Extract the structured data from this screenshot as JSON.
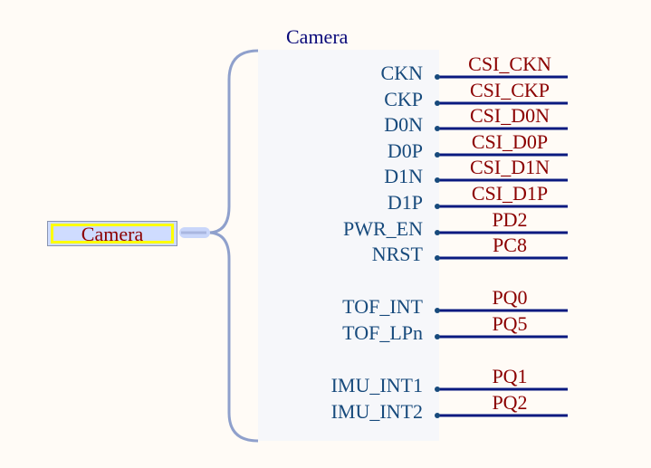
{
  "sheet": {
    "title": "Camera",
    "port_label": "Camera"
  },
  "colors": {
    "background": "#fffbf6",
    "wire": "#0a1a80",
    "pin_text": "#174a7c",
    "net_text": "#8b0000",
    "bracket": "#8fa0cc"
  },
  "pins": [
    {
      "name": "CKN",
      "net": "CSI_CKN"
    },
    {
      "name": "CKP",
      "net": "CSI_CKP"
    },
    {
      "name": "D0N",
      "net": "CSI_D0N"
    },
    {
      "name": "D0P",
      "net": "CSI_D0P"
    },
    {
      "name": "D1N",
      "net": "CSI_D1N"
    },
    {
      "name": "D1P",
      "net": "CSI_D1P"
    },
    {
      "name": "PWR_EN",
      "net": "PD2"
    },
    {
      "name": "NRST",
      "net": "PC8"
    },
    {
      "name": "TOF_INT",
      "net": "PQ0"
    },
    {
      "name": "TOF_LPn",
      "net": "PQ5"
    },
    {
      "name": "IMU_INT1",
      "net": "PQ1"
    },
    {
      "name": "IMU_INT2",
      "net": "PQ2"
    }
  ]
}
